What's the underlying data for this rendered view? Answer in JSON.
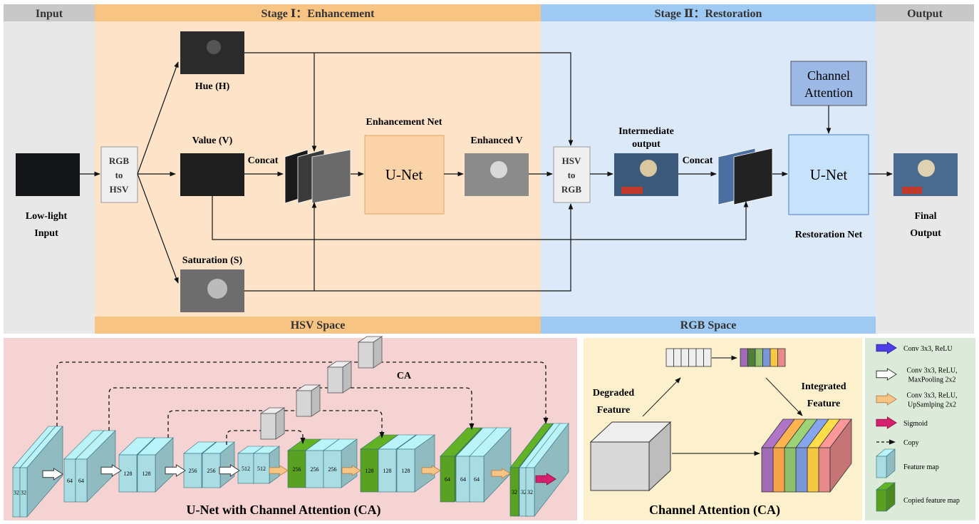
{
  "headers": {
    "input": "Input",
    "stage1": "Stage Ⅰ：Enhancement",
    "stage2": "Stage Ⅱ：Restoration",
    "output": "Output"
  },
  "spaces": {
    "hsv": "HSV Space",
    "rgb": "RGB Space"
  },
  "labels": {
    "low_light_1": "Low-light",
    "low_light_2": "Input",
    "rgb_to_hsv": [
      "RGB",
      "to",
      "HSV"
    ],
    "hue": "Hue (H)",
    "value": "Value (V)",
    "saturation": "Saturation (S)",
    "concat_1": "Concat",
    "enhancement_net": "Enhancement Net",
    "unet_1": "U-Net",
    "enhanced_v": "Enhanced V",
    "hsv_to_rgb": [
      "HSV",
      "to",
      "RGB"
    ],
    "intermediate_1": "Intermediate",
    "intermediate_2": "output",
    "concat_2": "Concat",
    "channel_attention": [
      "Channel",
      "Attention"
    ],
    "unet_2": "U-Net",
    "restoration_net": "Restoration Net",
    "final_1": "Final",
    "final_2": "Output"
  },
  "unet_panel": {
    "caption": "U-Net with Channel Attention (CA)",
    "ca_label": "CA",
    "encoder": [
      {
        "channels": [
          "32",
          "32"
        ]
      },
      {
        "channels": [
          "64",
          "64"
        ]
      },
      {
        "channels": [
          "128",
          "128"
        ]
      },
      {
        "channels": [
          "256",
          "256"
        ]
      },
      {
        "channels": [
          "512",
          "512"
        ]
      }
    ],
    "decoder": [
      {
        "channels": [
          "256",
          "256",
          "256"
        ]
      },
      {
        "channels": [
          "128",
          "128",
          "128"
        ]
      },
      {
        "channels": [
          "64",
          "64",
          "64"
        ]
      },
      {
        "channels": [
          "32",
          "32",
          "32"
        ]
      }
    ]
  },
  "ca_panel": {
    "caption": "Channel Attention (CA)",
    "degraded_1": "Degraded",
    "degraded_2": "Feature",
    "integrated_1": "Integrated",
    "integrated_2": "Feature",
    "weight_colors": [
      "#a06ab4",
      "#4f7f3a",
      "#8ec06c",
      "#7a96d8",
      "#f5c842",
      "#e88a8a"
    ],
    "feature_colors": [
      "#a06ab4",
      "#f5a34a",
      "#8ec06c",
      "#7a96d8",
      "#f5c842",
      "#e88a8a"
    ]
  },
  "legend": {
    "items": [
      {
        "label": [
          "Conv 3x3, ReLU"
        ],
        "icon": "blue-arrow"
      },
      {
        "label": [
          "Conv 3x3, ReLU,",
          "MaxPooling 2x2"
        ],
        "icon": "white-arrow"
      },
      {
        "label": [
          "Conv 3x3, ReLU,",
          "UpSamlping 2x2"
        ],
        "icon": "orange-arrow"
      },
      {
        "label": [
          "Sigmoid"
        ],
        "icon": "magenta-arrow"
      },
      {
        "label": [
          "Copy"
        ],
        "icon": "dashed-arrow"
      },
      {
        "label": [
          "Feature map"
        ],
        "icon": "cyan-block"
      },
      {
        "label": [
          "Copied feature map"
        ],
        "icon": "green-block"
      }
    ]
  },
  "colors": {
    "input_bg": "#e8e8e8",
    "input_header": "#c8c8c8",
    "stage1_bg": "#fde3c8",
    "stage1_header": "#f8c483",
    "stage2_bg": "#dce9f9",
    "stage2_header": "#9ec9f2",
    "unet_orange": "#fbd3a8",
    "unet_blue": "#c7e2fb",
    "ca_box": "#9cb9e6",
    "panel_pink": "#f6d3d3",
    "panel_cream": "#fdf0cd",
    "panel_green": "#dcebd9",
    "feature_cyan": "#a9dde3",
    "copied_green": "#5aa122"
  }
}
